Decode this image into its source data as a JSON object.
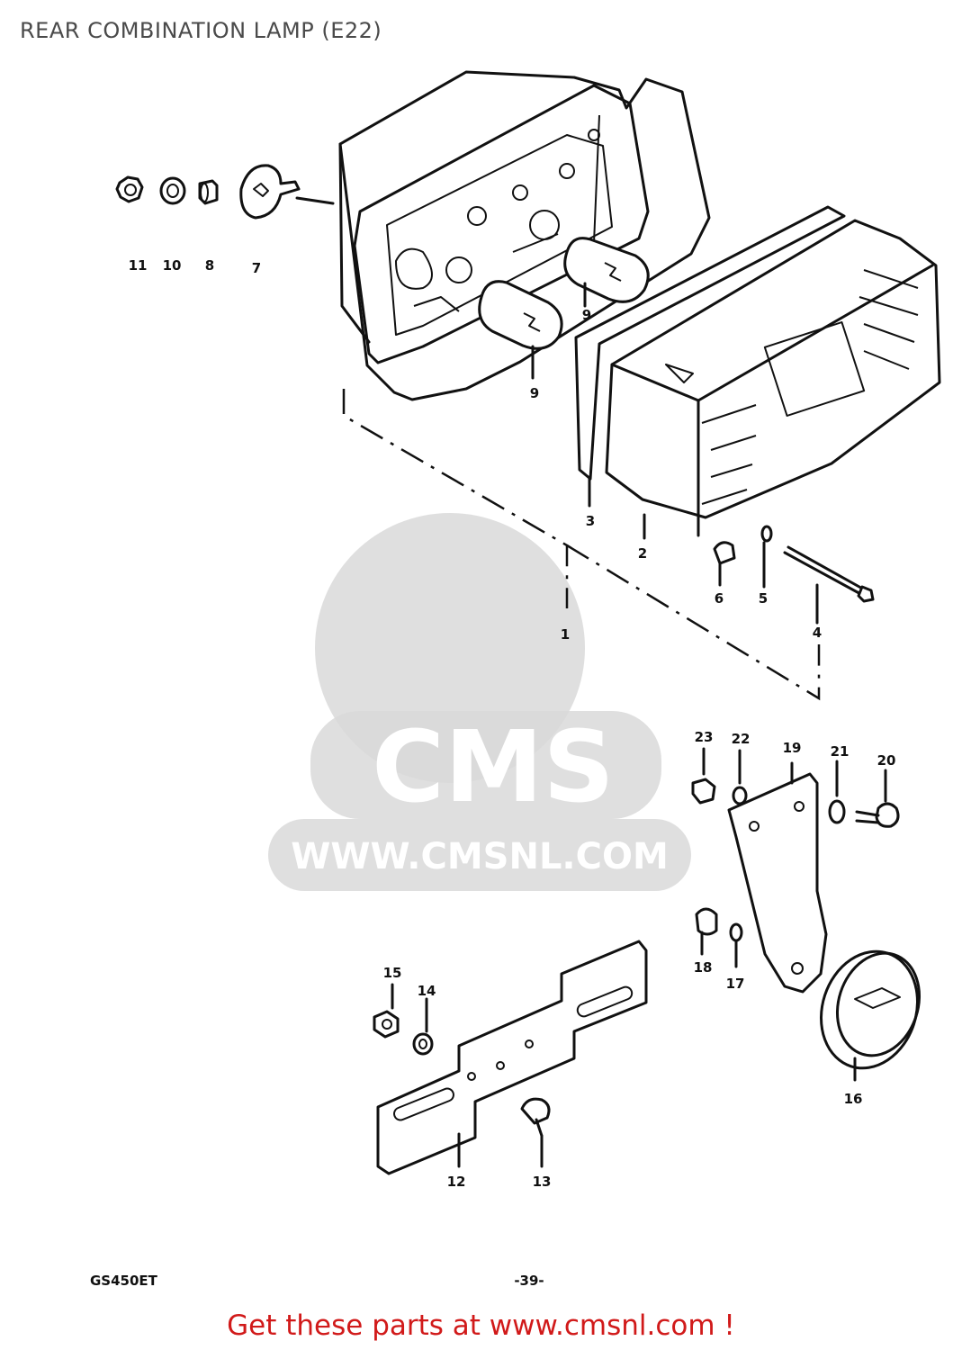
{
  "title": "REAR COMBINATION LAMP (E22)",
  "model_code": "GS450ET",
  "page_number": "-39-",
  "watermark": {
    "logo_text": "CMS",
    "url_text": "WWW.CMSNL.COM"
  },
  "cta": "Get these parts at www.cmsnl.com !",
  "parts": [
    {
      "ref": "11"
    },
    {
      "ref": "10"
    },
    {
      "ref": "8"
    },
    {
      "ref": "7"
    },
    {
      "ref": "1"
    },
    {
      "ref": "9a",
      "label": "9"
    },
    {
      "ref": "9b",
      "label": "9"
    },
    {
      "ref": "3"
    },
    {
      "ref": "2"
    },
    {
      "ref": "6"
    },
    {
      "ref": "5"
    },
    {
      "ref": "4"
    },
    {
      "ref": "23"
    },
    {
      "ref": "22"
    },
    {
      "ref": "19"
    },
    {
      "ref": "21"
    },
    {
      "ref": "20"
    },
    {
      "ref": "18"
    },
    {
      "ref": "17"
    },
    {
      "ref": "16"
    },
    {
      "ref": "15"
    },
    {
      "ref": "14"
    },
    {
      "ref": "12"
    },
    {
      "ref": "13"
    }
  ],
  "labels": {
    "p11": "11",
    "p10": "10",
    "p8": "8",
    "p7": "7",
    "p1": "1",
    "p9a": "9",
    "p9b": "9",
    "p3": "3",
    "p2": "2",
    "p6": "6",
    "p5": "5",
    "p4": "4",
    "p23": "23",
    "p22": "22",
    "p19": "19",
    "p21": "21",
    "p20": "20",
    "p18": "18",
    "p17": "17",
    "p16": "16",
    "p15": "15",
    "p14": "14",
    "p12": "12",
    "p13": "13"
  },
  "colors": {
    "cta": "#d11a1a",
    "title": "#4a4a4a",
    "watermark": "#d9d9d9"
  }
}
